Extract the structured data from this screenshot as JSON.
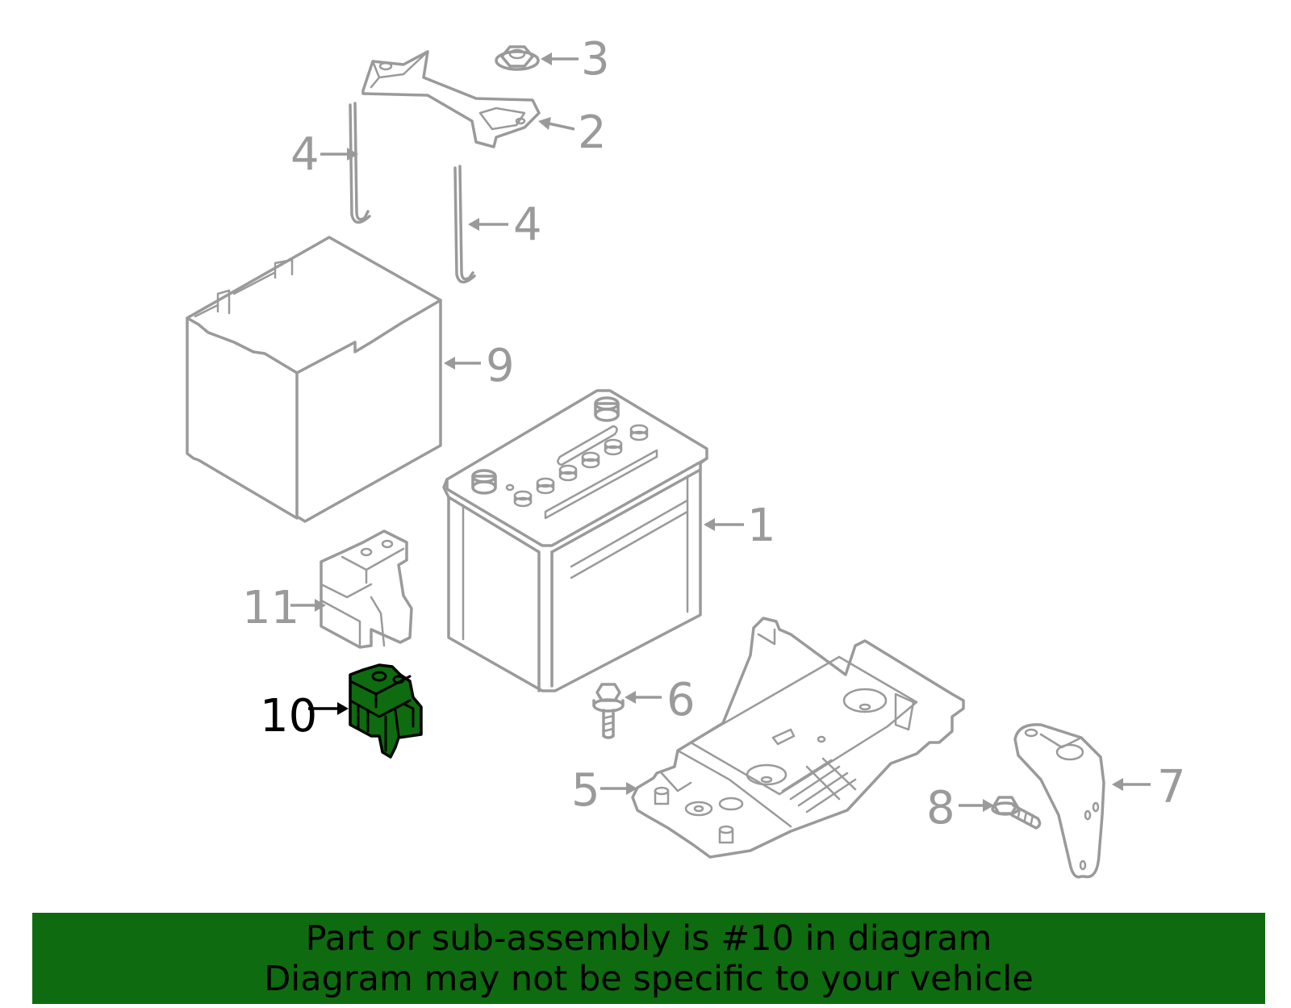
{
  "callouts": {
    "c1": "1",
    "c2": "2",
    "c3": "3",
    "c4a": "4",
    "c4b": "4",
    "c5": "5",
    "c6": "6",
    "c7": "7",
    "c8": "8",
    "c9": "9",
    "c10": "10",
    "c11": "11"
  },
  "highlighted_part": "10",
  "banner": {
    "line1": "Part or sub-assembly is #10 in diagram",
    "line2": "Diagram may not be specific to your vehicle"
  },
  "colors": {
    "banner_bg": "#0f6b0f",
    "highlight_fill": "#0f6b0f",
    "part_stroke": "#9a9a9a",
    "callout_text": "#9a9a9a",
    "highlight_text": "#000000"
  }
}
